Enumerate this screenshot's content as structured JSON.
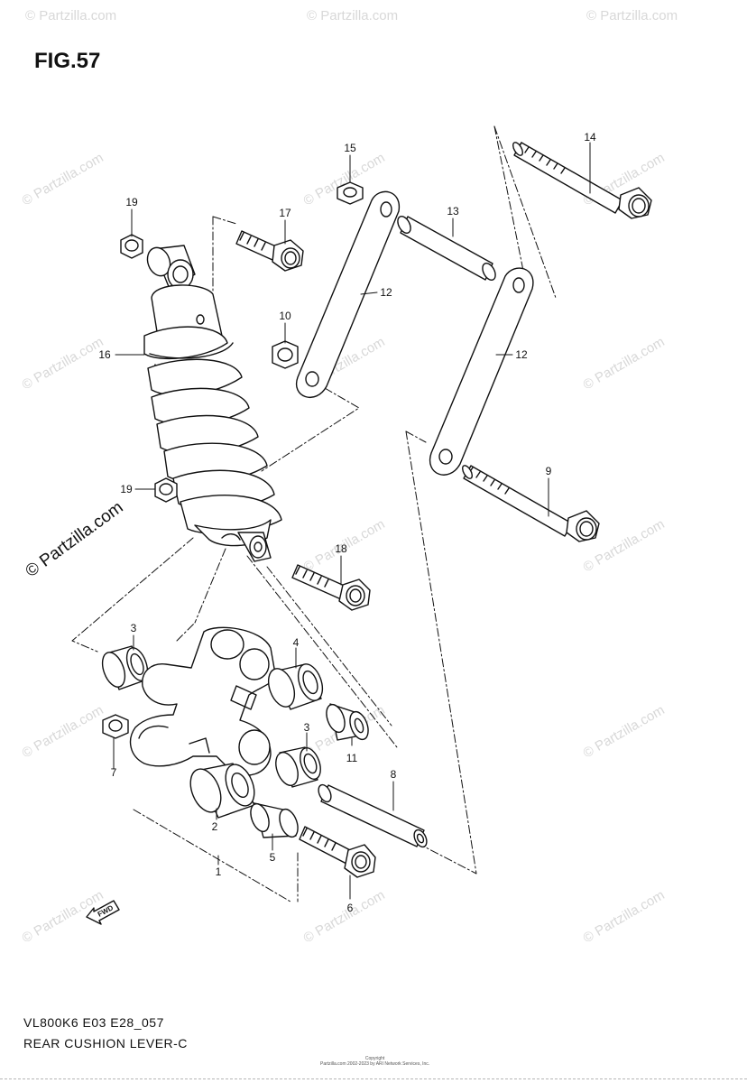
{
  "figure": {
    "title": "FIG.57",
    "model_code": "VL800K6 E03 E28_057",
    "caption": "REAR CUSHION LEVER-C"
  },
  "watermark": {
    "text": "© Partzilla.com"
  },
  "fwd_marker": "FWD",
  "copyright_lines": [
    "Copyright",
    "Partzilla.com 2002-2023 by ARI Network Services, Inc."
  ],
  "parts": [
    {
      "id": "1",
      "label": "1"
    },
    {
      "id": "2",
      "label": "2"
    },
    {
      "id": "3a",
      "label": "3"
    },
    {
      "id": "3b",
      "label": "3"
    },
    {
      "id": "4",
      "label": "4"
    },
    {
      "id": "5",
      "label": "5"
    },
    {
      "id": "6",
      "label": "6"
    },
    {
      "id": "7",
      "label": "7"
    },
    {
      "id": "8",
      "label": "8"
    },
    {
      "id": "9",
      "label": "9"
    },
    {
      "id": "10",
      "label": "10"
    },
    {
      "id": "11",
      "label": "11"
    },
    {
      "id": "12a",
      "label": "12"
    },
    {
      "id": "12b",
      "label": "12"
    },
    {
      "id": "13",
      "label": "13"
    },
    {
      "id": "14",
      "label": "14"
    },
    {
      "id": "15",
      "label": "15"
    },
    {
      "id": "16",
      "label": "16"
    },
    {
      "id": "17",
      "label": "17"
    },
    {
      "id": "18",
      "label": "18"
    },
    {
      "id": "19a",
      "label": "19"
    },
    {
      "id": "19b",
      "label": "19"
    }
  ]
}
